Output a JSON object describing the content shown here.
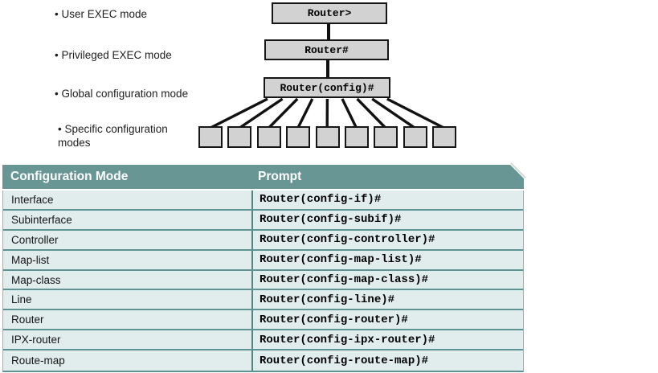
{
  "diagram": {
    "labels": [
      {
        "text": "• User EXEC mode"
      },
      {
        "text": "• Privileged EXEC mode"
      },
      {
        "text": "• Global configuration mode"
      },
      {
        "text": "• Specific configuration modes"
      }
    ],
    "boxes": [
      {
        "label": "Router>"
      },
      {
        "label": "Router#"
      },
      {
        "label": "Router(config)#"
      }
    ],
    "specific_mode_box_count": 9
  },
  "table": {
    "headers": {
      "mode": "Configuration Mode",
      "prompt": "Prompt"
    },
    "rows": [
      {
        "mode": "Interface",
        "prompt": "Router(config-if)#"
      },
      {
        "mode": "Subinterface",
        "prompt": "Router(config-subif)#"
      },
      {
        "mode": "Controller",
        "prompt": "Router(config-controller)#"
      },
      {
        "mode": "Map-list",
        "prompt": "Router(config-map-list)#"
      },
      {
        "mode": "Map-class",
        "prompt": "Router(config-map-class)#"
      },
      {
        "mode": "Line",
        "prompt": "Router(config-line)#"
      },
      {
        "mode": "Router",
        "prompt": "Router(config-router)#"
      },
      {
        "mode": "IPX-router",
        "prompt": "Router(config-ipx-router)#"
      },
      {
        "mode": "Route-map",
        "prompt": "Router(config-route-map)#"
      }
    ]
  },
  "colors": {
    "header_teal": "#689694",
    "row_bg": "#e1ecec",
    "separator_teal": "#5f9292",
    "divider_teal": "#528686",
    "box_gray": "#d2d2d2",
    "line_black": "#111111"
  }
}
